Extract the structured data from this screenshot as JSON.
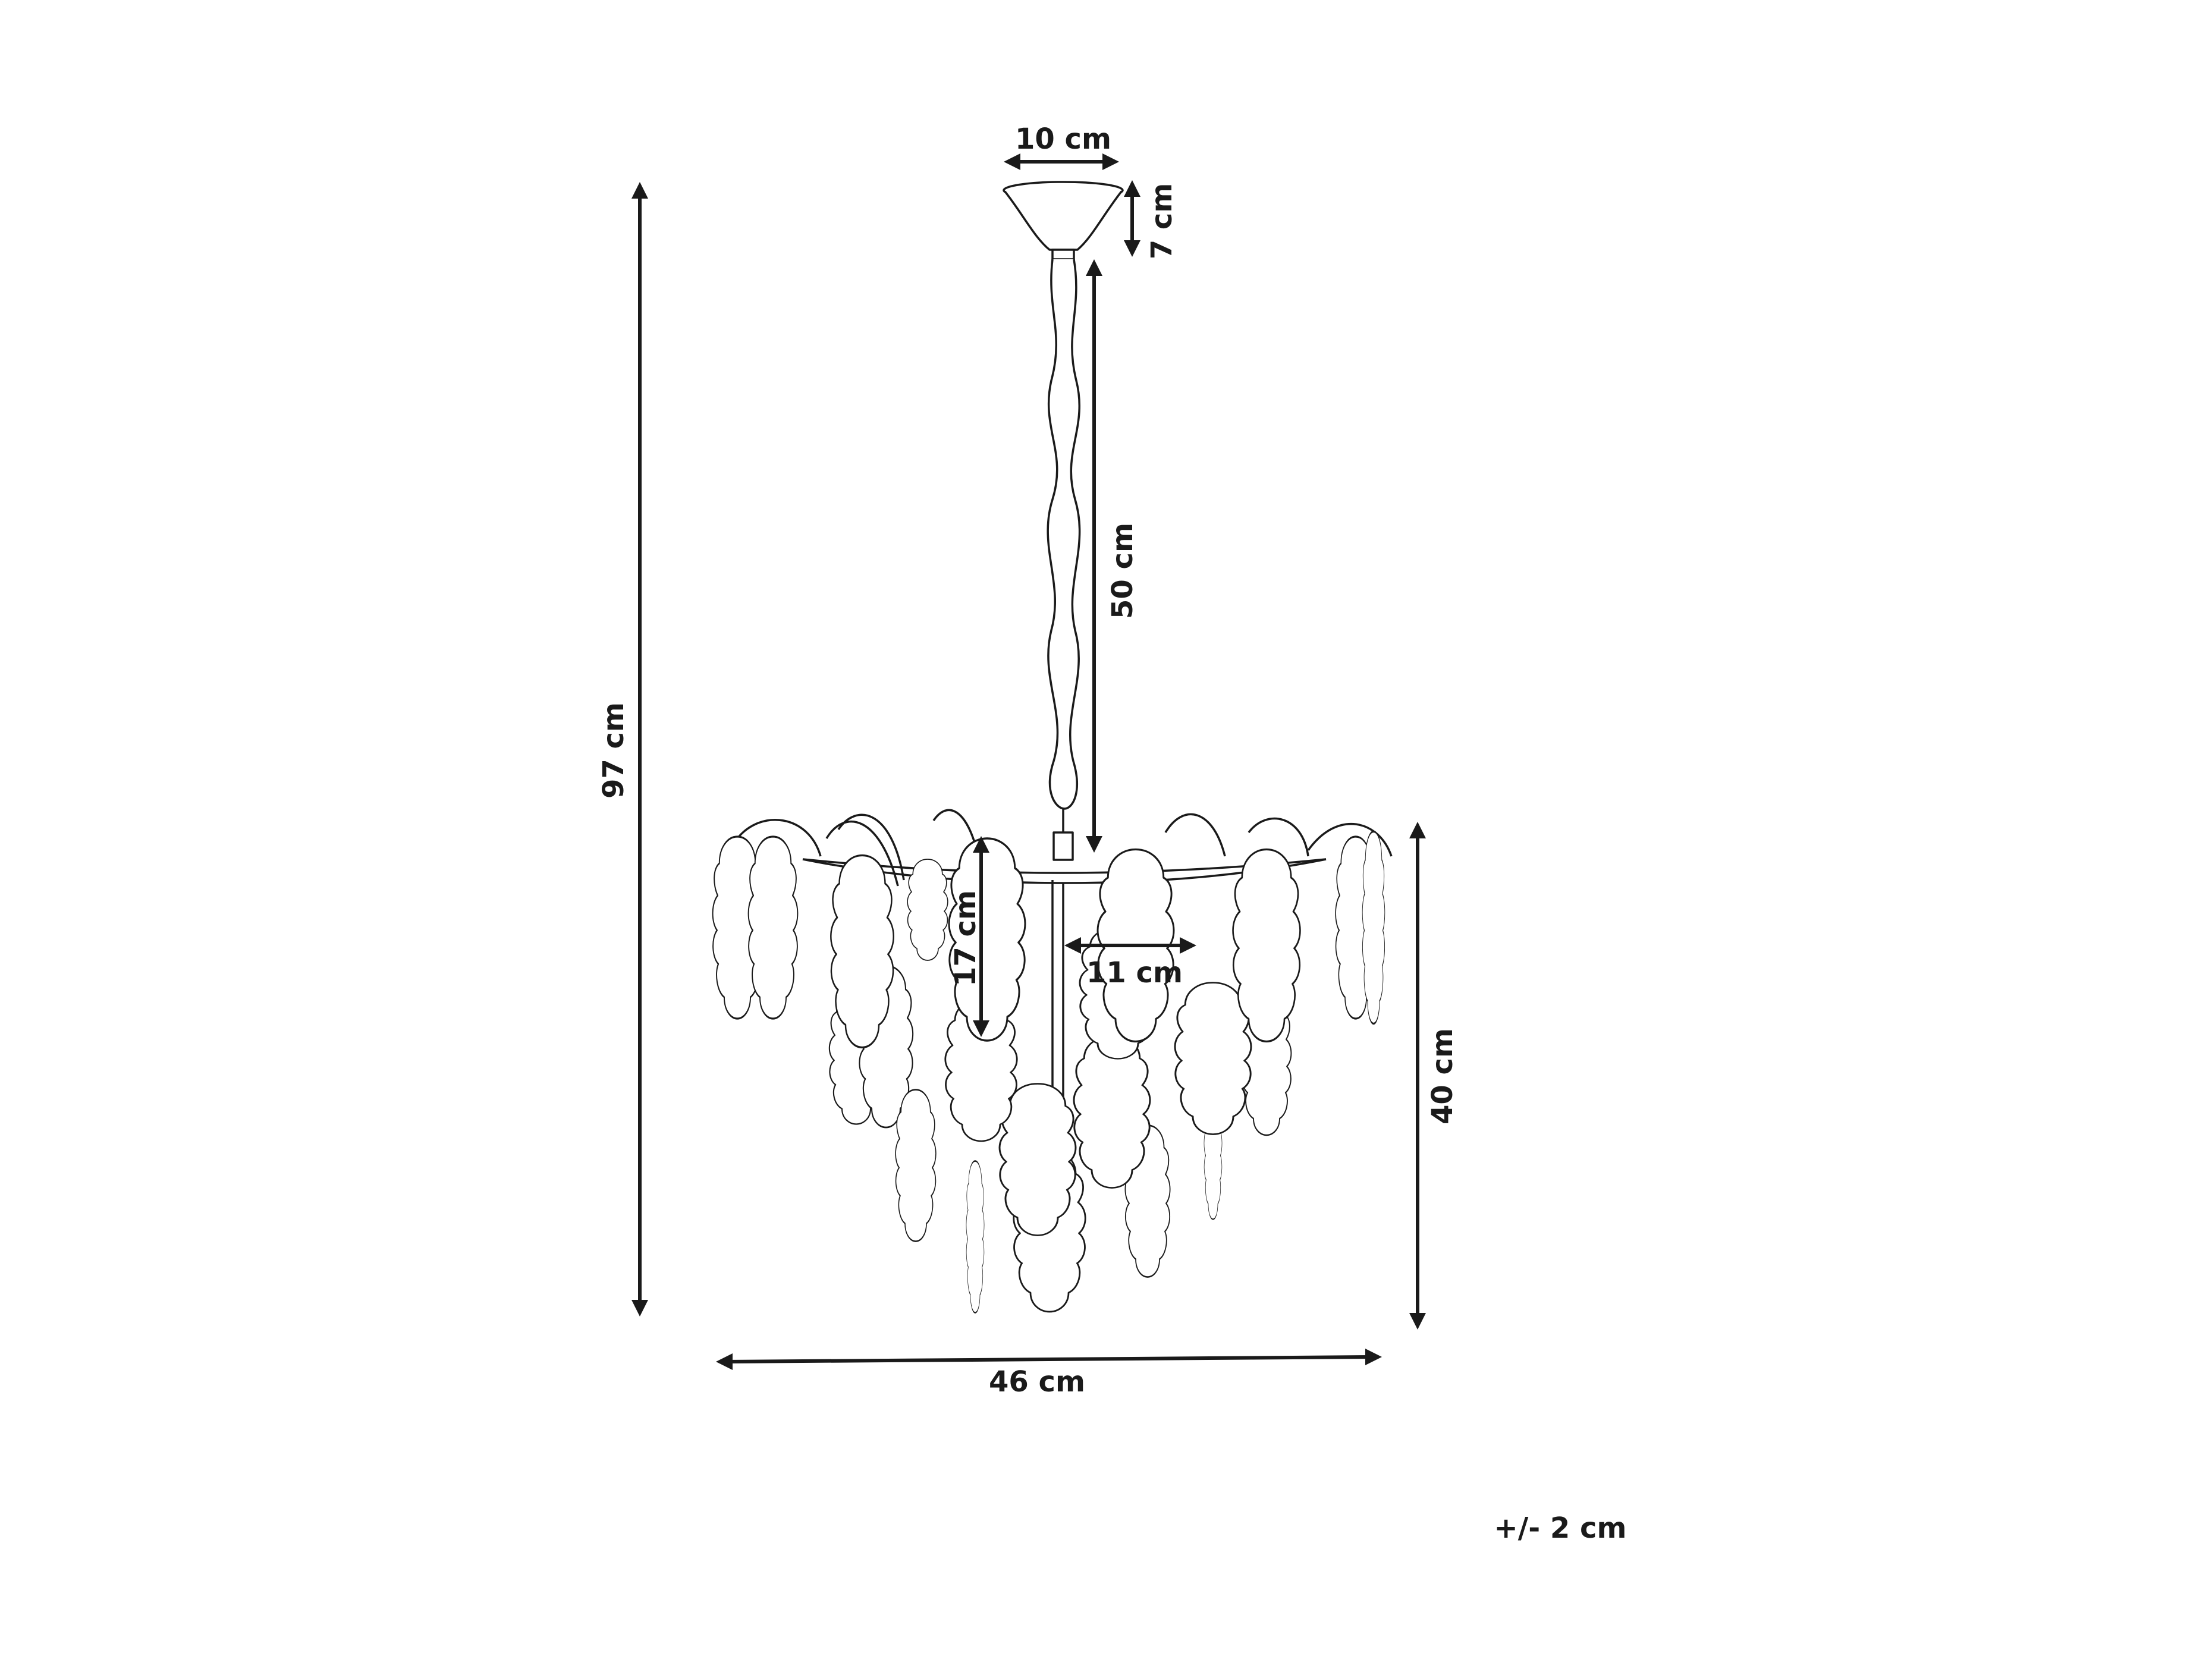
{
  "dimensions": {
    "canopy_width": "10 cm",
    "canopy_height": "7 cm",
    "chain_length": "50 cm",
    "total_height": "97 cm",
    "shade_height": "40 cm",
    "leaf_height": "17 cm",
    "leaf_width": "11 cm",
    "total_width": "46 cm"
  },
  "tolerance": "+/- 2 cm",
  "colors": {
    "line": "#1a1a1a",
    "background": "#ffffff"
  }
}
